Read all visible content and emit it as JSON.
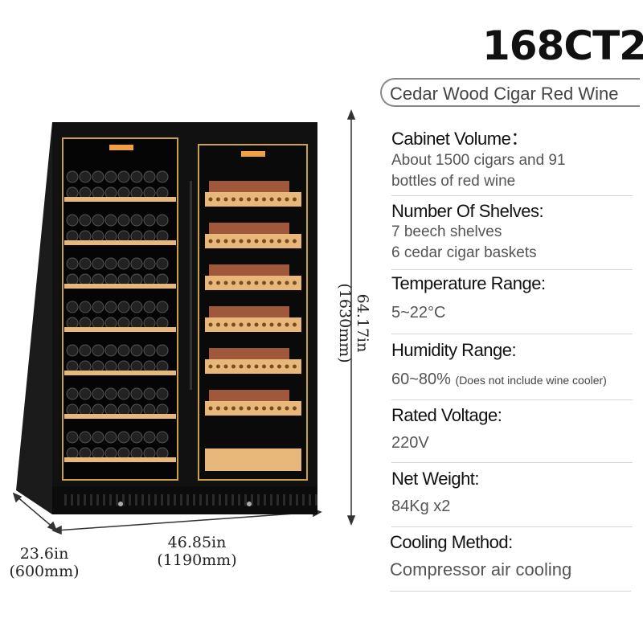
{
  "model": "168CT2",
  "subtitle": "Cedar Wood Cigar Red Wine",
  "specs": [
    {
      "label": "Cabinet Volume：",
      "value": [
        "About 1500 cigars and 91",
        "bottles of red wine"
      ]
    },
    {
      "label": "Number Of Shelves:",
      "value": [
        "7 beech shelves",
        "6 cedar cigar baskets"
      ]
    },
    {
      "label": "Temperature Range:",
      "value": [
        "5~22°C"
      ]
    },
    {
      "label": "Humidity Range:",
      "value": [
        "60~80%"
      ],
      "note": "(Does not include wine cooler)"
    },
    {
      "label": "Rated Voltage:",
      "value": [
        "220V"
      ]
    },
    {
      "label": "Net Weight:",
      "value": [
        "84Kg x2"
      ]
    },
    {
      "label": "Cooling Method:",
      "value": [
        "Compressor air cooling"
      ]
    }
  ],
  "dimensions": {
    "height_in": "64.17in",
    "height_mm": "(1630mm)",
    "width_in": "46.85in",
    "width_mm": "(1190mm)",
    "depth_in": "23.6in",
    "depth_mm": "(600mm)"
  },
  "colors": {
    "cabinet": "#111111",
    "trim": "#c9a24a",
    "wood": "#e8b87a",
    "cigar": "#a0583a"
  }
}
